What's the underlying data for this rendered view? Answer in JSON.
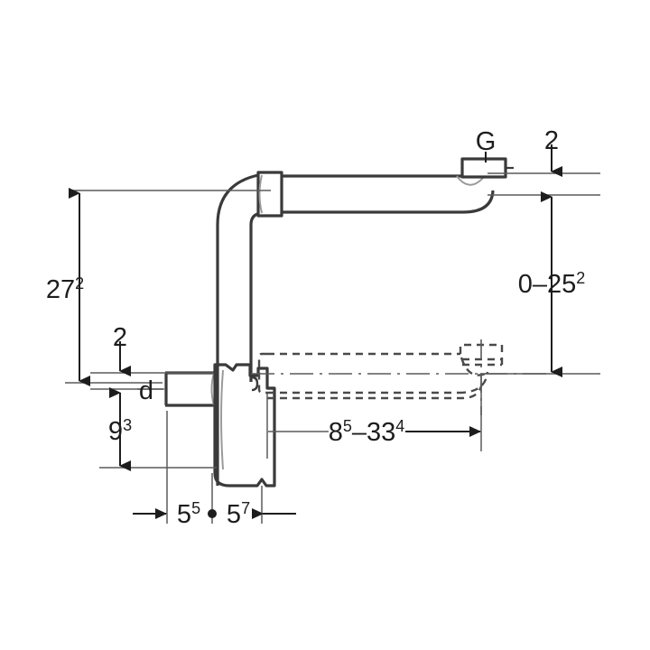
{
  "drawing": {
    "title": "Bottle trap / space-saving siphon dimension drawing",
    "type": "technical-line-drawing",
    "background_color": "#ffffff",
    "object_line_color": "#3a3a3a",
    "dimension_line_color": "#5a5a5a",
    "text_color": "#1d1d1d",
    "hidden_line_color": "#4a4a4a"
  },
  "dimensions": {
    "height_total": {
      "label": "27",
      "superscript": "2",
      "orientation": "vertical",
      "side": "left"
    },
    "gap_left": {
      "label": "2",
      "superscript": "",
      "orientation": "vertical",
      "side": "left"
    },
    "inlet_diameter": {
      "label": "d",
      "superscript": "",
      "orientation": "leader",
      "side": "left"
    },
    "height_lower": {
      "label": "9",
      "superscript": "3",
      "orientation": "vertical",
      "side": "left"
    },
    "offset_a": {
      "label": "5",
      "superscript": "5",
      "orientation": "horizontal",
      "side": "bottom"
    },
    "offset_b": {
      "label": "5",
      "superscript": "7",
      "orientation": "horizontal",
      "side": "bottom"
    },
    "reach_range": {
      "label": "8",
      "superscript": "5",
      "label2": "33",
      "superscript2": "4",
      "separator": "–",
      "orientation": "horizontal",
      "side": "middle"
    },
    "gap_right": {
      "label": "2",
      "superscript": "",
      "orientation": "vertical",
      "side": "right"
    },
    "drop_range": {
      "label": "0",
      "label2": "25",
      "superscript2": "2",
      "separator": "–",
      "orientation": "vertical",
      "side": "right"
    }
  },
  "callouts": {
    "thread_connection": {
      "label": "G"
    }
  }
}
